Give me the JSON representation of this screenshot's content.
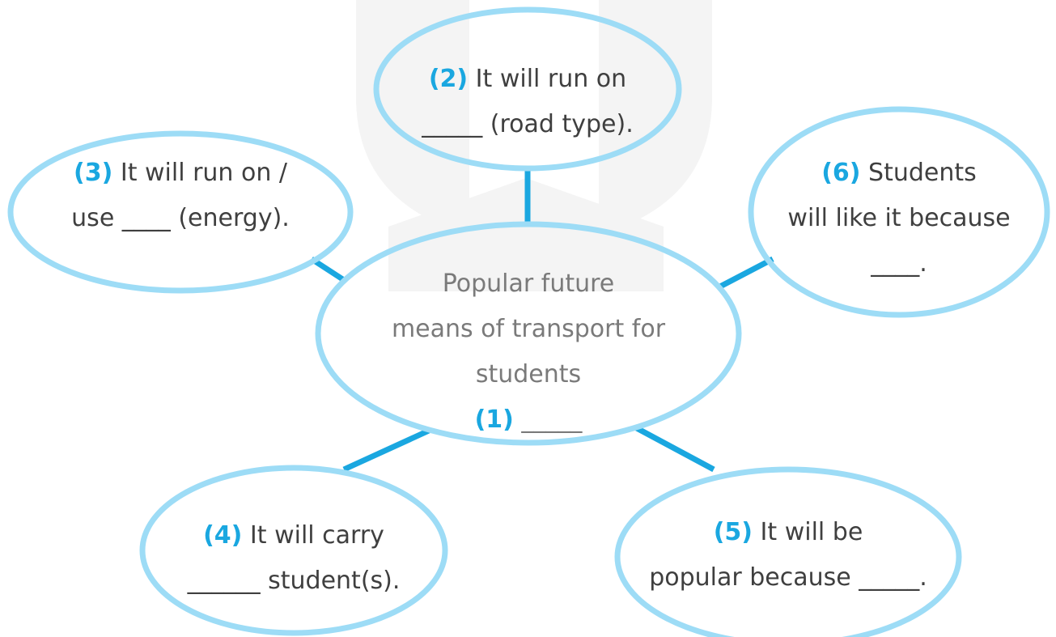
{
  "colors": {
    "ellipse_stroke": "#9ddcf6",
    "connector": "#1aa7e0",
    "number": "#1aa7e0",
    "text": "#3f3f3f",
    "center_text": "#7a7a7a",
    "watermark": "#f3f3f3"
  },
  "center": {
    "line1": "Popular future",
    "line2": "means of transport for",
    "line3": "students",
    "number": "(1)",
    "blank": "_____"
  },
  "bubble2": {
    "number": "(2)",
    "line1": "It will run on",
    "line2": "_____ (road type)."
  },
  "bubble3": {
    "number": "(3)",
    "line1": "It will run on /",
    "line2": "use ____ (energy)."
  },
  "bubble4": {
    "number": "(4)",
    "line1": "It will carry",
    "line2": "______ student(s)."
  },
  "bubble5": {
    "number": "(5)",
    "line1": "It will be",
    "line2": "popular because _____."
  },
  "bubble6": {
    "number": "(6)",
    "line1": "Students",
    "line2": "will like it because",
    "line3": "____."
  }
}
